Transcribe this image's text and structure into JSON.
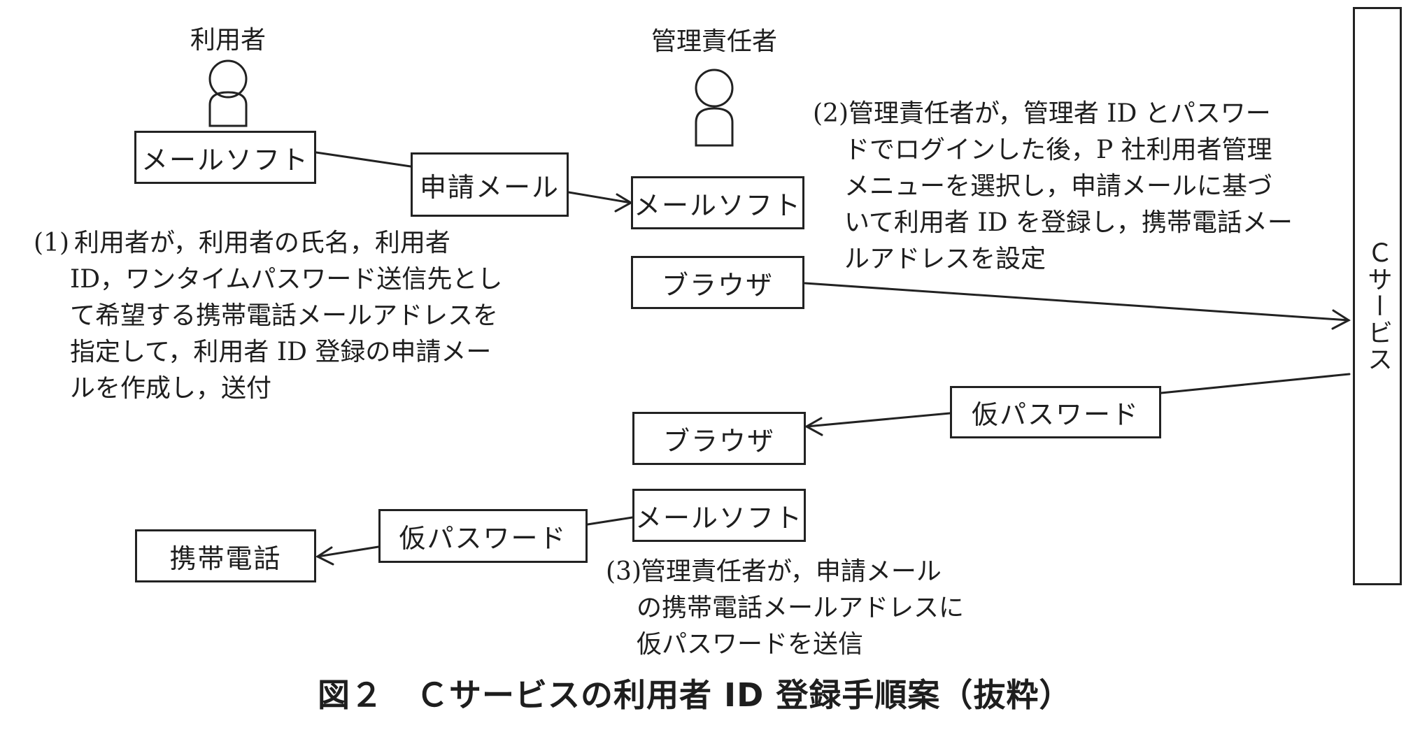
{
  "actors": {
    "user": {
      "title": "利用者"
    },
    "admin": {
      "title": "管理責任者"
    }
  },
  "boxes": {
    "user_mail_soft": "メールソフト",
    "application_mail": "申請メール",
    "admin_mail_soft": "メールソフト",
    "admin_browser_1": "ブラウザ",
    "temp_password_right": "仮パスワード",
    "admin_browser_2": "ブラウザ",
    "admin_mail_soft_2": "メールソフト",
    "temp_password_left": "仮パスワード",
    "mobile_phone": "携帯電話"
  },
  "c_service": {
    "label": "Ｃサービス"
  },
  "steps": [
    {
      "number": "(1)",
      "lines": [
        "利用者が，利用者の氏名，利用者",
        "ID，ワンタイムパスワード送信先とし",
        "て希望する携帯電話メールアドレスを",
        "指定して，利用者 ID 登録の申請メー",
        "ルを作成し，送付"
      ]
    },
    {
      "number": "(2)",
      "lines": [
        "管理責任者が，管理者 ID とパスワー",
        "ドでログインした後，P 社利用者管理",
        "メニューを選択し，申請メールに基づ",
        "いて利用者 ID を登録し，携帯電話メー",
        "ルアドレスを設定"
      ]
    },
    {
      "number": "(3)",
      "lines": [
        "管理責任者が，申請メール",
        "の携帯電話メールアドレスに",
        "仮パスワードを送信"
      ]
    }
  ],
  "caption": "図２　Ｃサービスの利用者 ID 登録手順案（抜粋）"
}
